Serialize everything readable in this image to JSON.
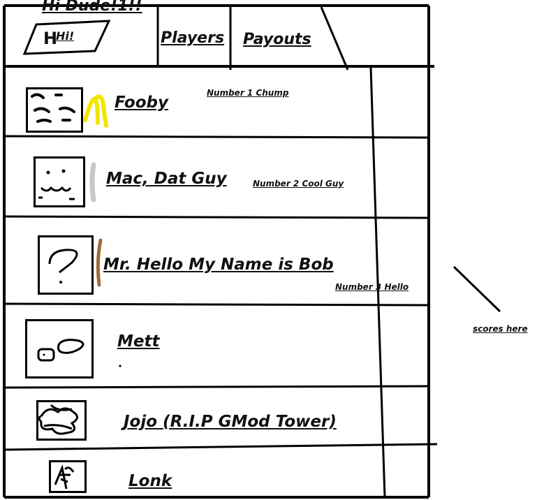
{
  "header": {
    "title": "Hi Dude!1!!",
    "badge_prefix": "H",
    "badge_text": "Hi!",
    "tabs": [
      {
        "label": "Players"
      },
      {
        "label": "Payouts"
      }
    ]
  },
  "rows": [
    {
      "name": "Fooby",
      "rank": "Number  1 Chump",
      "accent": "#f2e600"
    },
    {
      "name": "Mac, Dat Guy",
      "rank": "Number 2 Cool Guy",
      "accent": "#c8c8c8"
    },
    {
      "name": "Mr. Hello My Name is Bob",
      "rank": "Number 3 Hello",
      "accent": "#a0683a"
    },
    {
      "name": "Mett",
      "rank": "",
      "accent": ""
    },
    {
      "name": "Jojo (R.I.P GMod Tower)",
      "rank": "",
      "accent": ""
    },
    {
      "name": "Lonk",
      "rank": "",
      "accent": ""
    }
  ],
  "side_note": "scores here"
}
